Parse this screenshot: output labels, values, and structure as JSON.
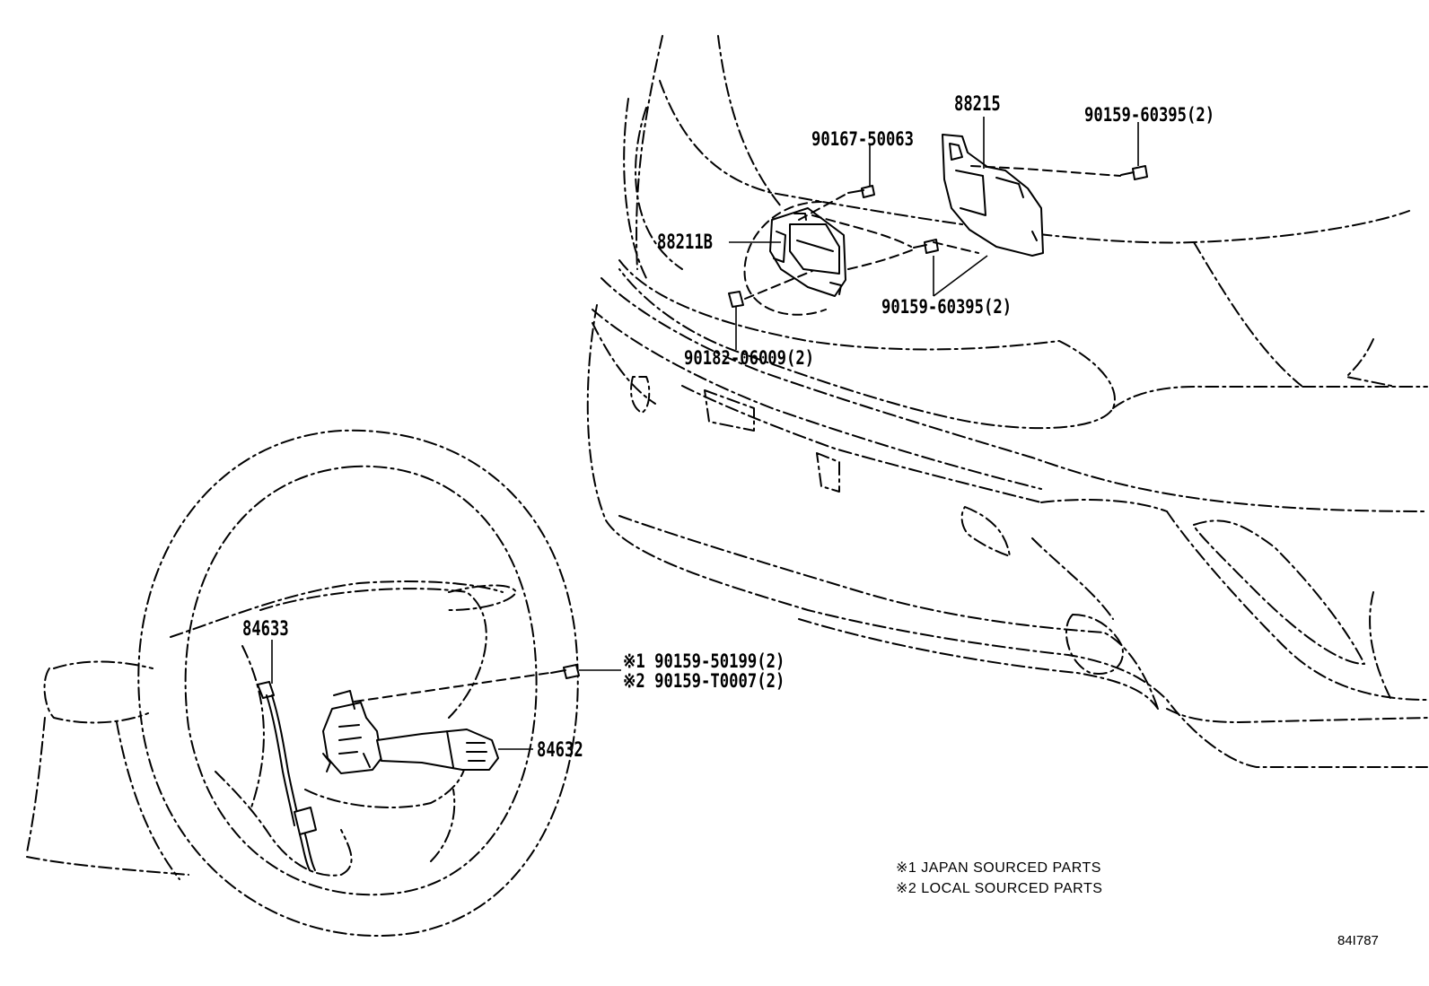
{
  "parts": {
    "p88215": "88215",
    "p90159_60395_top": "90159-60395(2)",
    "p90167_50063": "90167-50063",
    "p88211b": "88211B",
    "p90159_60395_mid": "90159-60395(2)",
    "p90182_06009": "90182-06009(2)",
    "p84633": "84633",
    "p90159_50199": "※1 90159-50199(2)",
    "p90159_t0007": "※2 90159-T0007(2)",
    "p84632": "84632"
  },
  "notes": {
    "note1": "※1 JAPAN SOURCED PARTS",
    "note2": "※2 LOCAL SOURCED PARTS"
  },
  "figure_id": "84I787"
}
